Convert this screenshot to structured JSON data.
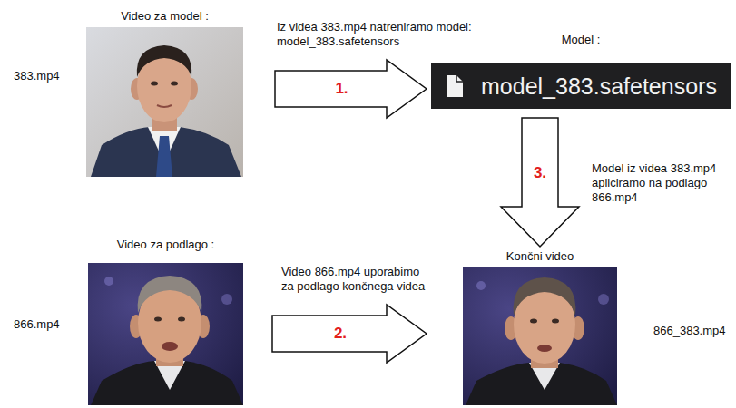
{
  "diagram": {
    "nodes": [
      {
        "text": [
          "Video za model :",
          "383.mp4"
        ]
      },
      {
        "text": [
          "Model :",
          "model_383.safetensors"
        ]
      },
      {
        "text": [
          "Video za podlago :",
          "866.mp4"
        ]
      },
      {
        "text": [
          "Končni video",
          "866_383.mp4"
        ]
      }
    ],
    "edges": [
      {
        "from": 0,
        "to": 1,
        "arrow": "to",
        "label": "1."
      },
      {
        "from": 2,
        "to": 3,
        "arrow": "to",
        "label": "2."
      },
      {
        "from": 1,
        "to": 3,
        "arrow": "to",
        "label": "3."
      }
    ],
    "labels": [
      "Iz videa 383.mp4 natreniramo model: model_383.safetensors",
      "Video 866.mp4 uporabimo za podlago končnega videa",
      "Model iz videa 383.mp4 apliciramo na podlago 866.mp4"
    ]
  }
}
